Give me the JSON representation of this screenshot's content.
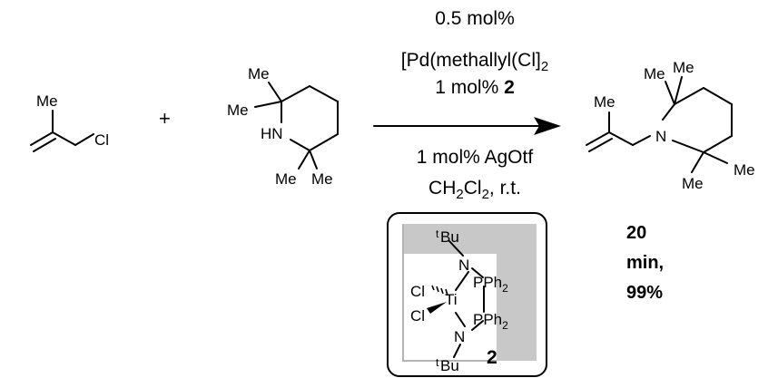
{
  "reactant1": {
    "me": "Me",
    "cl": "Cl"
  },
  "plus": "+",
  "reactant2": {
    "me_top": "Me",
    "me_left": "Me",
    "hn": "HN",
    "me_bottom_left": "Me",
    "me_bottom_right": "Me"
  },
  "conditions": {
    "line1": "0.5 mol%",
    "line2": "[Pd(methallyl(Cl]",
    "line2_sub": "2",
    "line3_prefix": "1 mol% ",
    "line3_bold": "2",
    "line4": "1 mol% AgOtf",
    "line5_a": "CH",
    "line5_sub1": "2",
    "line5_b": "Cl",
    "line5_sub2": "2",
    "line5_c": ", r.t."
  },
  "catalyst": {
    "tbu_top_sup": "t",
    "tbu_top": "Bu",
    "n_top": "N",
    "pph2_top": "PPh",
    "pph2_top_sub": "2",
    "cl_top": "Cl",
    "ti": "Ti",
    "cl_bottom": "Cl",
    "pph2_bottom": "PPh",
    "pph2_bottom_sub": "2",
    "n_bottom": "N",
    "tbu_bottom_sup": "t",
    "tbu_bottom": "Bu",
    "label": "2"
  },
  "product": {
    "me1": "Me",
    "me2": "Me",
    "me_allyl": "Me",
    "n": "N",
    "me3": "Me",
    "me4": "Me"
  },
  "result": {
    "line1": "20",
    "line2": "min,",
    "line3": "99%"
  }
}
